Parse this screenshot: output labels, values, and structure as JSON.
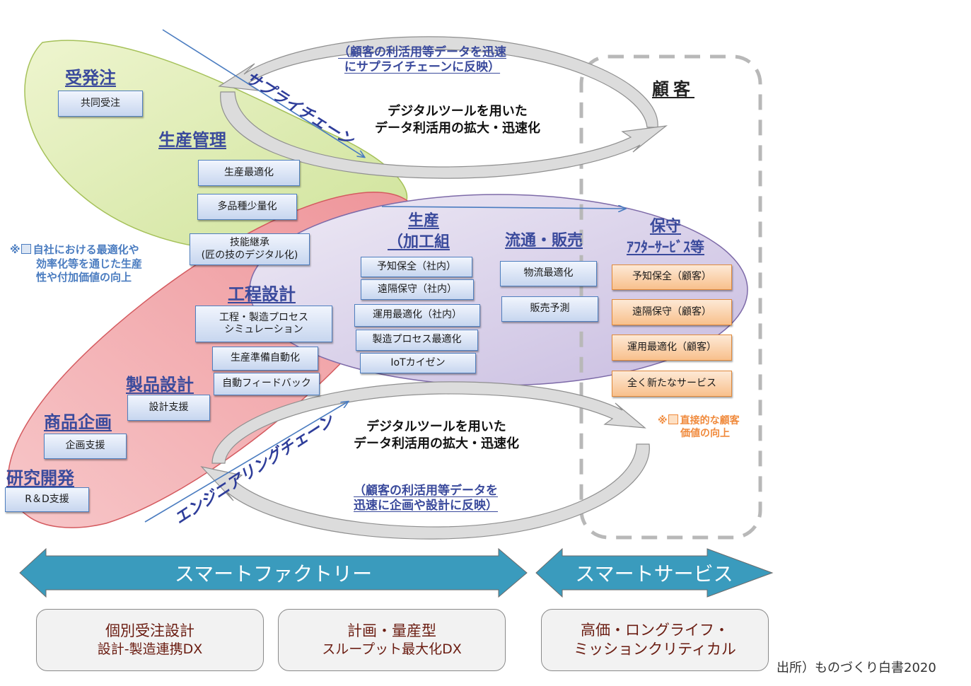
{
  "colors": {
    "green_region": "#dcebb0",
    "red_region": "#f4a9ad",
    "purple_region": "#d8cfe8",
    "cycle_arrow": "#d9d9d9",
    "band": "#3a9bbd",
    "heading": "#3a4a9c",
    "orange_box": "#f8c08c",
    "blue_box": "#c7d6ef"
  },
  "supply_chain": {
    "label": "サプライチェーン",
    "feedback_line1": "（顧客の利活用等データを迅速",
    "feedback_line2": "にサプライチェーンに反映）",
    "center_line1": "デジタルツールを用いた",
    "center_line2": "データ利活用の拡大・迅速化"
  },
  "engineering_chain": {
    "label": "エンジニアリングチェーン",
    "feedback_line1": "（顧客の利活用等データを",
    "feedback_line2": "迅速に企画や設計に反映）",
    "center_line1": "デジタルツールを用いた",
    "center_line2": "データ利活用の拡大・迅速化"
  },
  "customer": {
    "label": "顧客"
  },
  "sections": {
    "order": {
      "title": "受発注",
      "items": [
        "共同受注"
      ]
    },
    "production_mgmt": {
      "title": "生産管理",
      "items": [
        "生産最適化",
        "多品種少量化",
        "技能継承\n(匠の技のデジタル化)"
      ]
    },
    "process_design": {
      "title": "工程設計",
      "items": [
        "工程・製造プロセス\nシミュレーション",
        "生産準備自動化",
        "自動フィードバック"
      ]
    },
    "product_design": {
      "title": "製品設計",
      "items": [
        "設計支援"
      ]
    },
    "product_planning": {
      "title": "商品企画",
      "items": [
        "企画支援"
      ]
    },
    "rnd": {
      "title": "研究開発",
      "items": [
        "R＆D支援"
      ]
    },
    "production": {
      "title_line1": "生産",
      "title_line2": "（加工組",
      "items": [
        "予知保全（社内）",
        "遠隔保守（社内）",
        "運用最適化（社内）",
        "製造プロセス最適化",
        "IoTカイゼン"
      ]
    },
    "distribution": {
      "title": "流通・販売",
      "items": [
        "物流最適化",
        "販売予測"
      ]
    },
    "maintenance": {
      "title_line1": "保守",
      "title_line2": "ｱﾌﾀｰｻｰﾋﾞｽ等",
      "items": [
        "予知保全（顧客）",
        "遠隔保守（顧客）",
        "運用最適化（顧客）",
        "全く新たなサービス"
      ]
    }
  },
  "notes": {
    "internal": {
      "prefix": "※",
      "line1": "自社における最適化や",
      "line2": "効率化等を通じた生産",
      "line3": "性や付加価値の向上"
    },
    "customer": {
      "prefix": "※",
      "line1": "直接的な顧客",
      "line2": "価値の向上"
    }
  },
  "bands": {
    "factory": "スマートファクトリー",
    "service": "スマートサービス"
  },
  "pills": [
    {
      "line1": "個別受注設計",
      "line2": "設計-製造連携DX"
    },
    {
      "line1": "計画・量産型",
      "line2": "スループット最大化DX"
    },
    {
      "line1": "高価・ロングライフ・",
      "line2": "ミッションクリティカル"
    }
  ],
  "source": "出所）ものづくり白書2020"
}
